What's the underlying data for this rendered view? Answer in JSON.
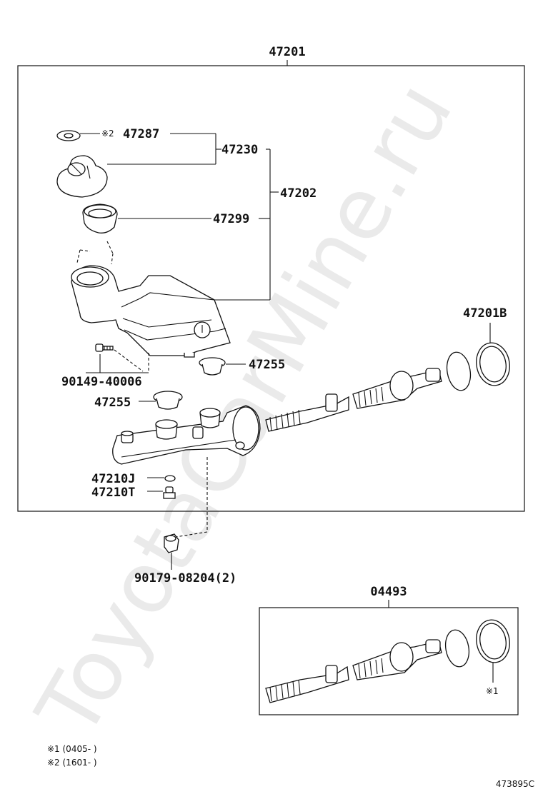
{
  "watermark": "ToyotaCarMine.ru",
  "parts": {
    "p47201": "47201",
    "p47287": "47287",
    "p47287_note": "※2",
    "p47230": "47230",
    "p47202": "47202",
    "p47299": "47299",
    "p47201b": "47201B",
    "p90149": "90149-40006",
    "p47255_upper": "47255",
    "p47255_lower": "47255",
    "p47210j": "47210J",
    "p47210t": "47210T",
    "p90179": "90179-08204(2)",
    "p04493": "04493",
    "p04493_note": "※1"
  },
  "footnotes": {
    "note1": "※1 (0405-      )",
    "note2": "※2 (1601-      )"
  },
  "figure_code": "473895C"
}
